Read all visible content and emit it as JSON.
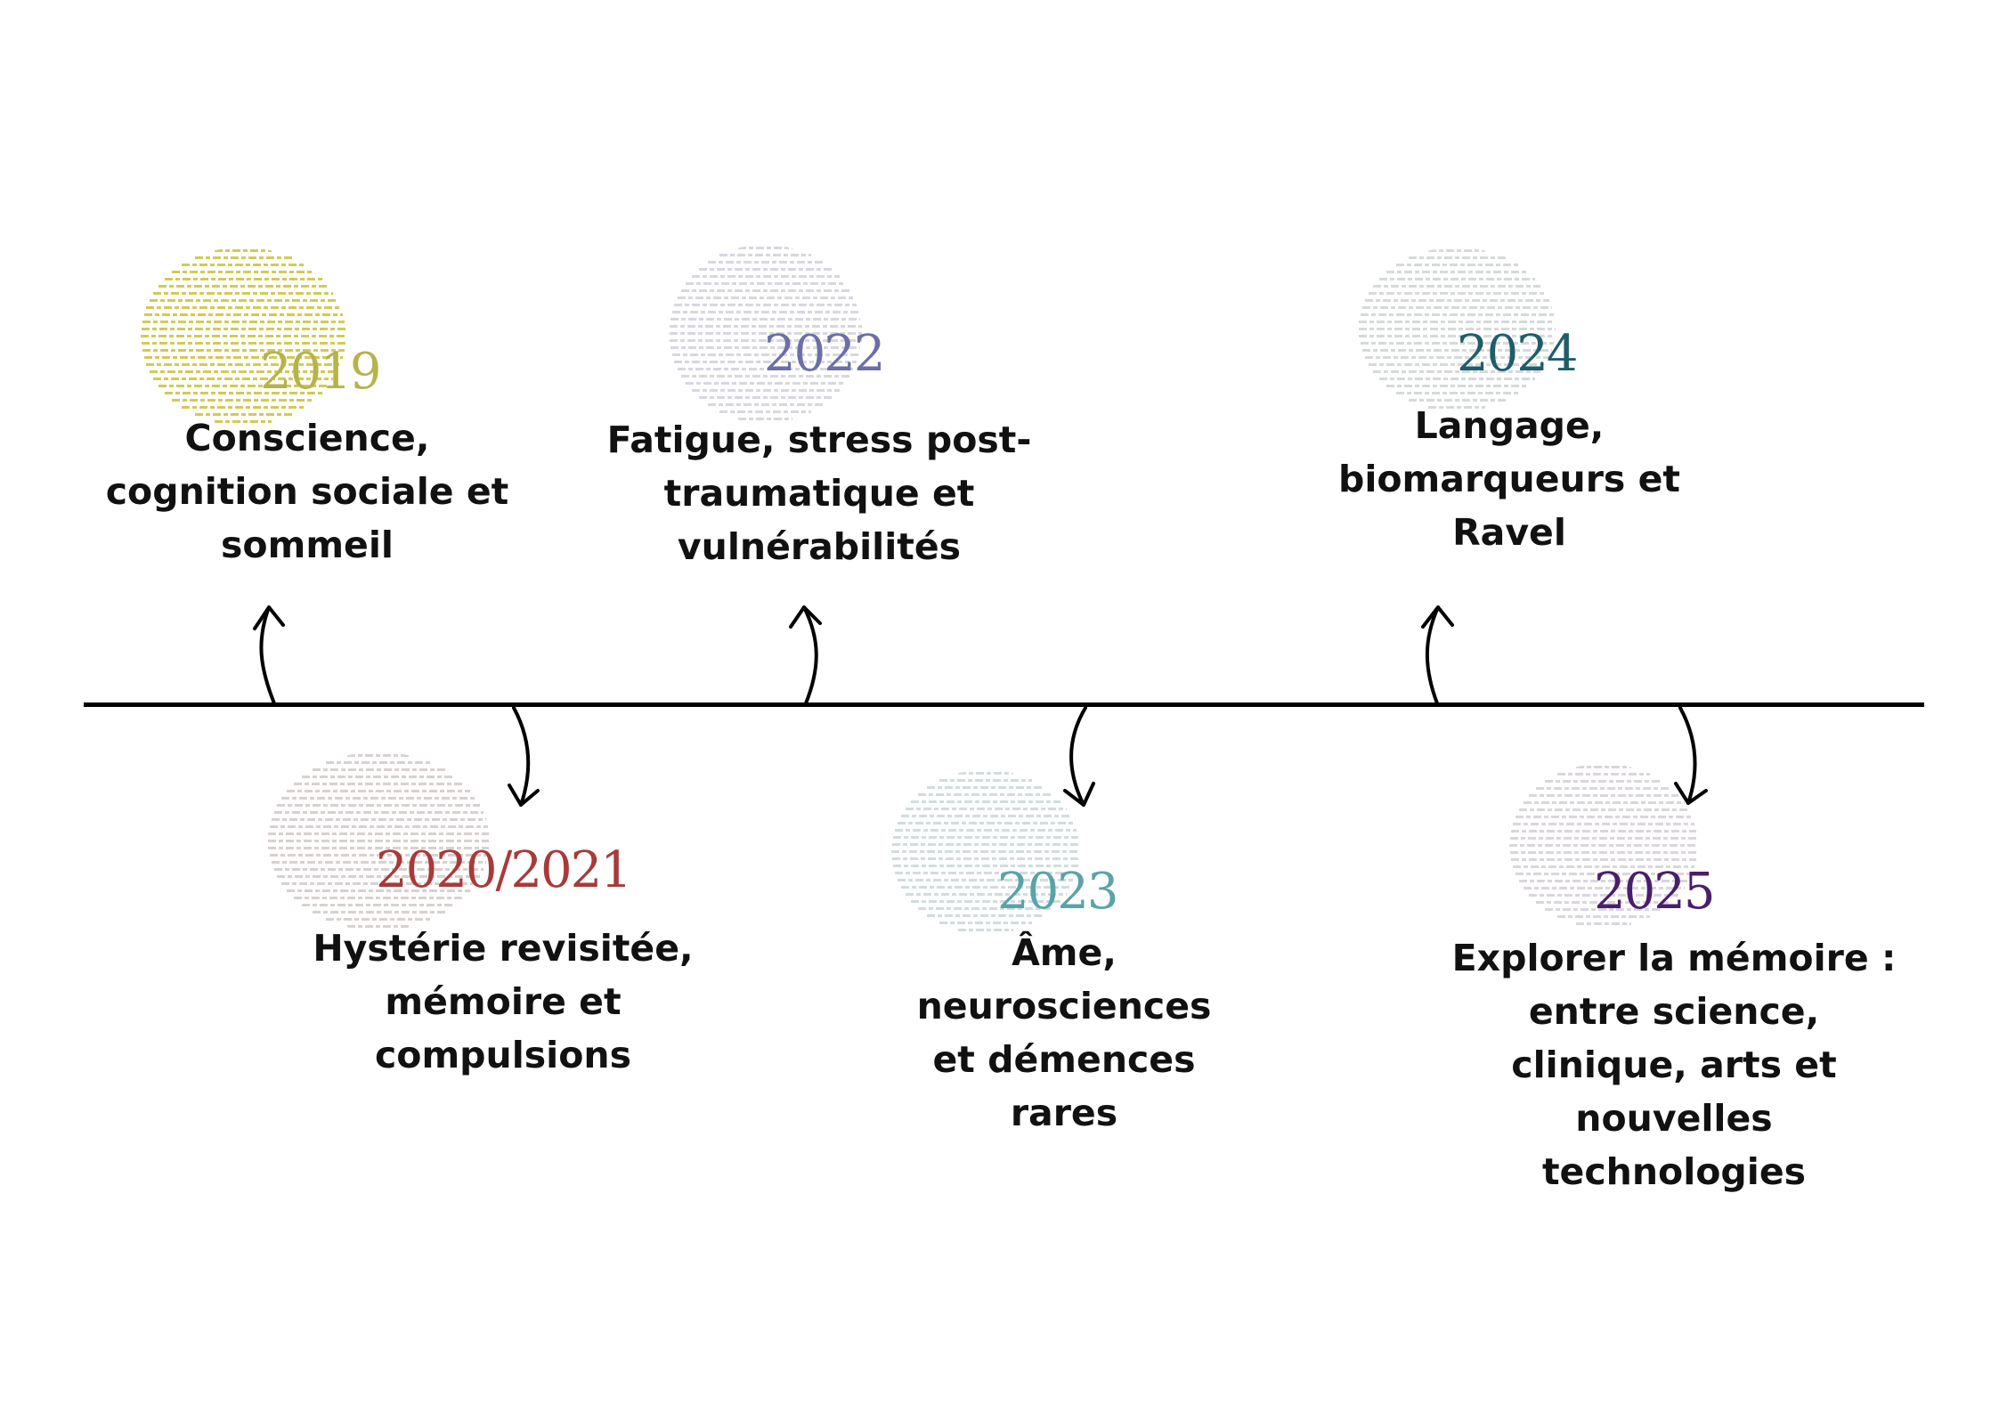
{
  "colors": {
    "line": "#000000",
    "text": "#111111"
  },
  "events": [
    {
      "year": "2019",
      "year_color": "#b5b34a",
      "cloud_color": "#c9c233",
      "label_lines": [
        "Conscience,",
        "cognition sociale et",
        "sommeil"
      ]
    },
    {
      "year": "2020/2021",
      "year_color": "#a83a3a",
      "cloud_color": "#d2c8c8",
      "label_lines": [
        "Hystérie revisitée,",
        "mémoire et",
        "compulsions"
      ]
    },
    {
      "year": "2022",
      "year_color": "#6c6fa6",
      "cloud_color": "#cfd0dc",
      "label_lines": [
        "Fatigue, stress post-",
        "traumatique et",
        "vulnérabilités"
      ]
    },
    {
      "year": "2023",
      "year_color": "#5aa3a8",
      "cloud_color": "#c9d6d8",
      "label_lines": [
        "Âme,",
        "neurosciences",
        "et démences",
        "rares"
      ]
    },
    {
      "year": "2024",
      "year_color": "#1f5d6a",
      "cloud_color": "#cfd2d4",
      "label_lines": [
        "Langage,",
        "biomarqueurs et",
        "Ravel"
      ]
    },
    {
      "year": "2025",
      "year_color": "#4a1e6a",
      "cloud_color": "#d3cfd6",
      "label_lines": [
        "Explorer la mémoire :",
        "entre science,",
        "clinique, arts et",
        "nouvelles",
        "technologies"
      ]
    }
  ]
}
